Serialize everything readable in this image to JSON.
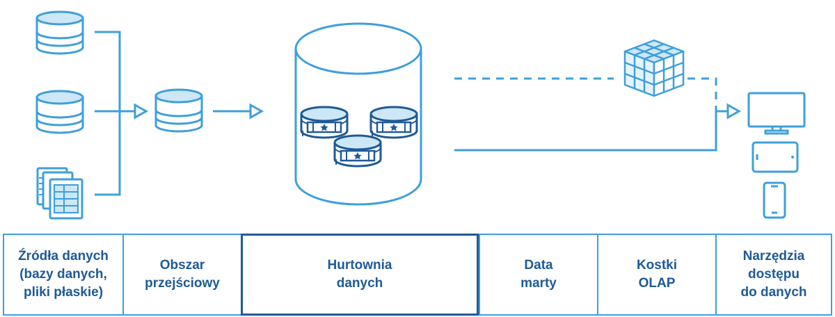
{
  "colors": {
    "stroke": "#3d9fdc",
    "dark": "#1e5a96",
    "fill": "#cde7f7"
  },
  "icons": {
    "sources": [
      "database-icon",
      "database-icon",
      "flat-files-icon"
    ],
    "staging": "database-icon",
    "warehouse": "warehouse-cylinder-icon",
    "marts": [
      "data-mart-icon",
      "data-mart-icon",
      "data-mart-icon"
    ],
    "olap": "olap-cube-icon",
    "tools": [
      "monitor-icon",
      "tablet-icon",
      "smartphone-icon"
    ]
  },
  "stages": [
    {
      "label": "Źródła danych\n(bazy danych,\npliki płaskie)"
    },
    {
      "label": "Obszar\nprzejściowy"
    },
    {
      "label": "Hurtownia\ndanych"
    },
    {
      "label": "Data\nmarty"
    },
    {
      "label": "Kostki\nOLAP"
    },
    {
      "label": "Narzędzia\ndostępu\ndo danych"
    }
  ]
}
